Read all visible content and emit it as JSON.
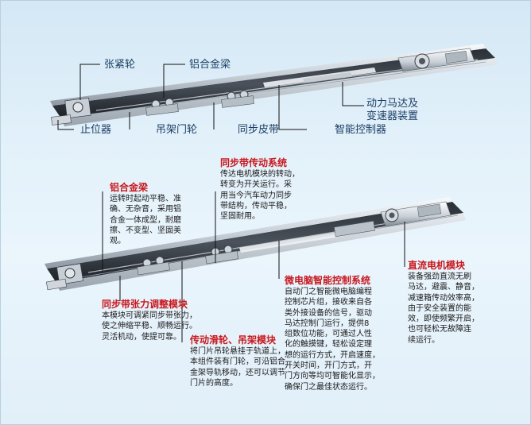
{
  "top_labels": {
    "tension_wheel": "张紧轮",
    "aluminum_beam": "铝合金梁",
    "motor_gearbox_line1": "动力马达及",
    "motor_gearbox_line2": "变速器装置",
    "stopper": "止位器",
    "hanger_wheel": "吊架门轮",
    "sync_belt": "同步皮带",
    "smart_controller": "智能控制器"
  },
  "modules": {
    "belt_drive": {
      "title": "同步带传动系统",
      "body": "传达电机模块的转动，\n转变为开关运行。采\n用当今汽车动力同步\n带结构，传动平稳，\n坚固耐用。"
    },
    "aluminum_beam": {
      "title": "铝合金梁",
      "body": "运转时起动平稳、准\n确、无杂音，采用铝\n合金一体成型，耐磨\n擦、不变型、坚固美\n观。"
    },
    "belt_tension": {
      "title": "同步带张力调整模块",
      "body": "本模块可调紧同步带张力，\n使之伸缩平稳、顺畅运行。\n灵活机动，使提可靠。"
    },
    "pulley_hanger": {
      "title": "传动滑轮、吊架模块",
      "body": "将门片吊轮悬挂于轨道上，\n本组件装有门轮，可沿铝合\n金架导轨移动，还可以调节\n门片的高度。"
    },
    "microcomputer": {
      "title": "微电脑智能控制系统",
      "body": "自动门之智能微电脑编程\n控制芯片组，接收来自各\n类外接设备的信号，驱动\n马达控制门运行，提供8\n组数位功能，可通过人性\n化的触摸键，轻松设定理\n想的运行方式，开启速度，\n开关时间，开门方式，开\n门方向等均可智能化显示，\n确保门之最佳状态运行。"
    },
    "dc_motor": {
      "title": "直流电机模块",
      "body": "装备强劲直流无刷\n马达，避震、静音，\n减速箱传动效率高，\n由于安全装置的能\n效，即使频繁开启，\n也可轻松无故障连\n续运行。"
    }
  },
  "colors": {
    "label_blue": "#1b3f66",
    "title_red": "#c8181e",
    "leader_line": "#111111"
  }
}
